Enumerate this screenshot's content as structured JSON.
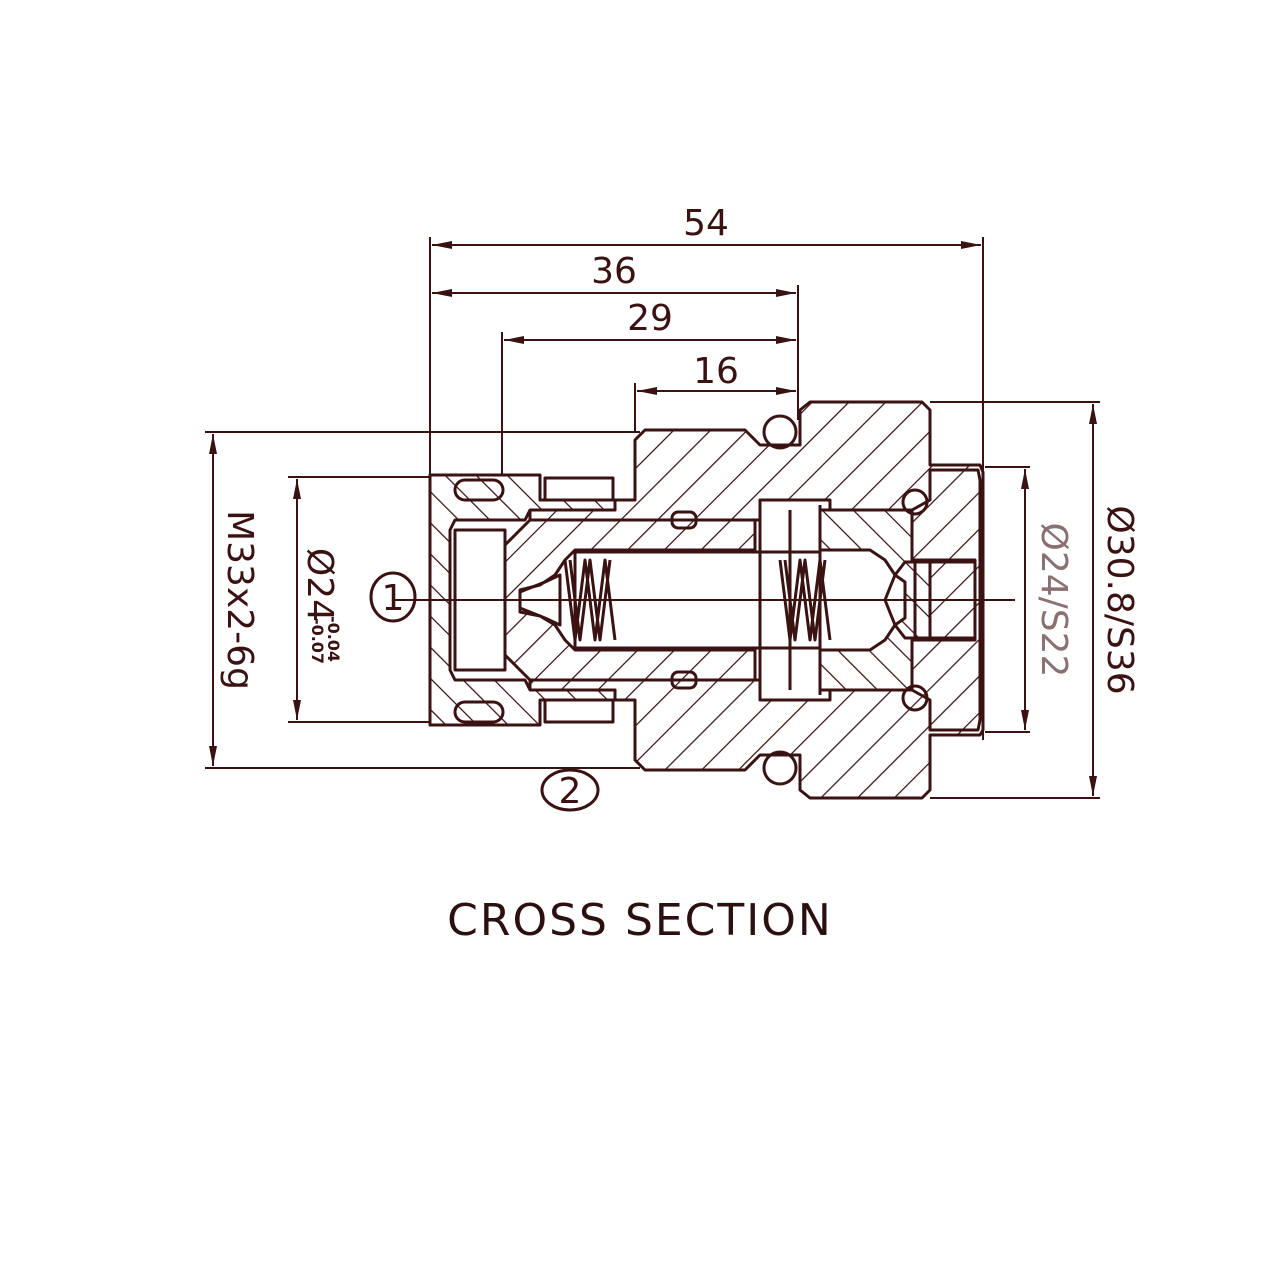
{
  "dimensions": {
    "overall_length": "54",
    "length_36": "36",
    "length_29": "29",
    "length_16": "16",
    "thread": "M33x2-6g",
    "pilot_diameter": "Ø24",
    "pilot_tol_upper": "-0.04",
    "pilot_tol_lower": "-0.07",
    "hex_diameter": "Ø30.8/S36",
    "bore_diameter": "Ø24/S22"
  },
  "ports": {
    "port_1": "1",
    "port_2": "2"
  },
  "caption": "CROSS SECTION",
  "colors": {
    "ink": "#3a1212",
    "background": "#ffffff"
  }
}
